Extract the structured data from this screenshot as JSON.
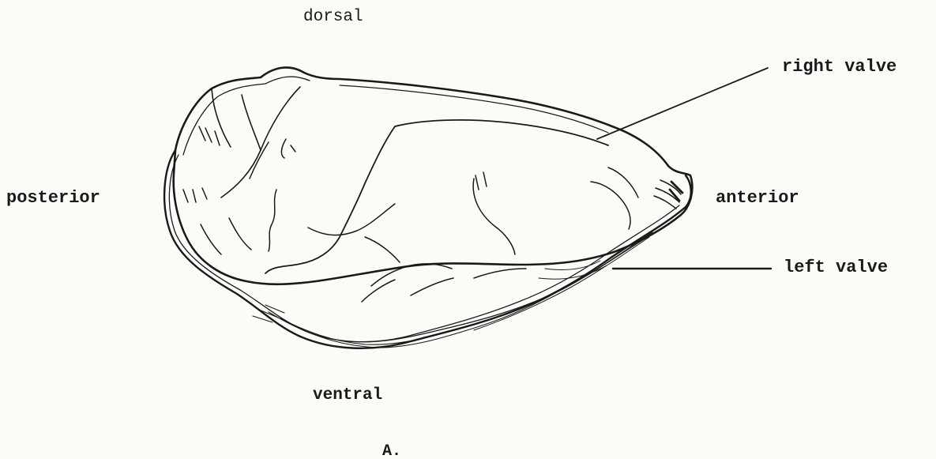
{
  "labels": {
    "dorsal": "dorsal",
    "right_valve": "right valve",
    "posterior": "posterior",
    "anterior": "anterior",
    "left_valve": "left valve",
    "ventral": "ventral",
    "figure": "A."
  },
  "colors": {
    "ink": "#1a1a1a",
    "paper": "#fbfbf8"
  }
}
